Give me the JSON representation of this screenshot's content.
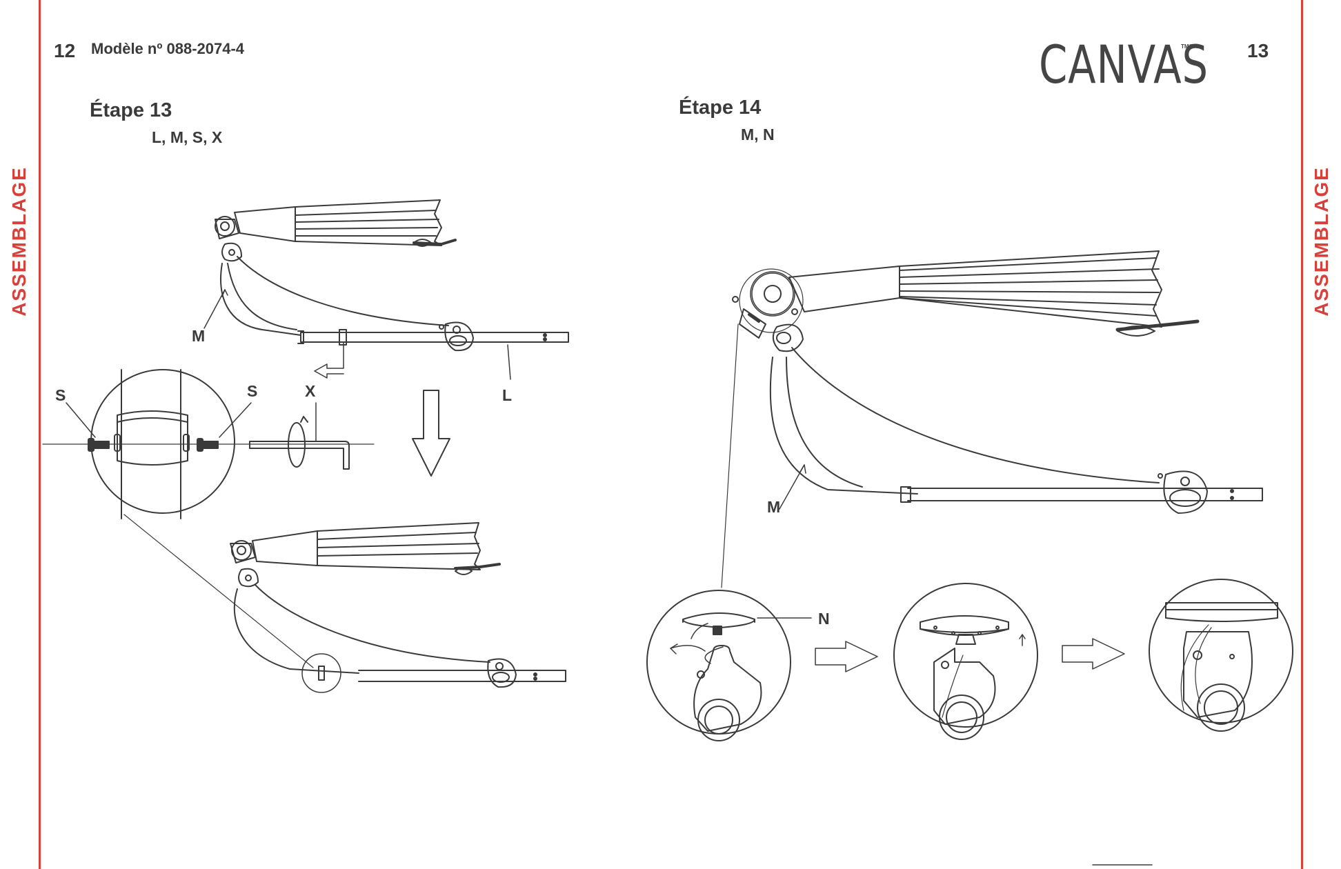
{
  "side_tab": {
    "label": "ASSEMBLAGE",
    "color": "#d9403a"
  },
  "left_page": {
    "page_number": "12",
    "model_label": "Modèle nº  088-2074-4",
    "step": {
      "title": "Étape 13",
      "parts": "L, M, S, X",
      "callouts": {
        "m": "M",
        "l": "L",
        "s_left": "S",
        "s_right": "S",
        "x": "X"
      }
    }
  },
  "right_page": {
    "page_number": "13",
    "brand": {
      "name": "CANVAS",
      "mark": "TM/MC"
    },
    "step": {
      "title": "Étape 14",
      "parts": "M, N",
      "callouts": {
        "m": "M",
        "n": "N"
      }
    }
  },
  "icons": {
    "downward-arrow": "large outlined arrow pointing down",
    "rotate-arrow": "circular rotation arrow",
    "step-arrow": "outlined arrow pointing right"
  }
}
